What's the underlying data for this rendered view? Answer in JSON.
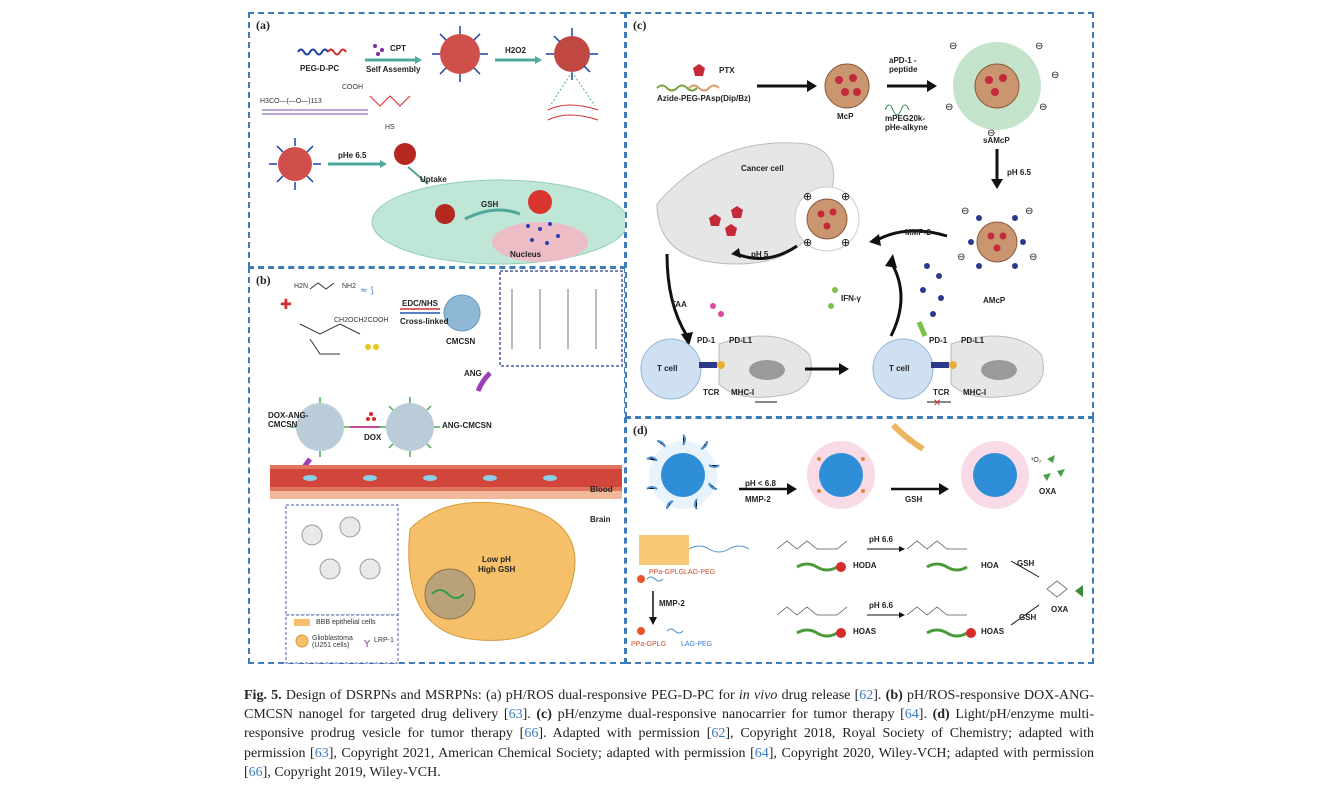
{
  "panels": {
    "a": {
      "label": "(a)",
      "peg_d_pc": "PEG-D-PC",
      "cpt": "CPT",
      "self_assembly": "Self Assembly",
      "h2o2": "H2O2",
      "ph": "pHe 6.5",
      "uptake": "Uptake",
      "gsh": "GSH",
      "nucleus": "Nucleus",
      "chem_hint": "H3CO—(—O—)113",
      "cooh": "COOH",
      "hs": "HS"
    },
    "b": {
      "label": "(b)",
      "edc": "EDC/NHS",
      "crosslinked": "Cross-linked",
      "cmcsn": "CMCSN",
      "ang": "ANG",
      "ang_cmcsn": "ANG-CMCSN",
      "dox": "DOX",
      "dox_ang_cmcsn": "DOX-ANG-CMCSN",
      "blood": "Blood",
      "brain": "Brain",
      "low_ph": "Low pH",
      "high_gsh": "High GSH",
      "legend_bbb": "BBB epithelial cells",
      "legend_gbm": "Glioblastoma (U251 cells)",
      "legend_lrp": "LRP-1",
      "h2n": "H2N",
      "nh2": "NH2",
      "ch2": "CH2OCH2COOH"
    },
    "c": {
      "label": "(c)",
      "ptx": "PTX",
      "polymer": "Azide-PEG-PAsp(Dip/Bz)",
      "mcp": "McP",
      "apd1": "aPD-1 -peptide",
      "mpeg": "mPEG20k- pHe-alkyne",
      "samcp": "sAMcP",
      "cancer_cell": "Cancer cell",
      "ph65": "pH 6.5",
      "mmp2": "MMP-2",
      "ph5": "pH 5",
      "amcp": "AMcP",
      "taa": "TAA",
      "ifn": "IFN-γ",
      "pd1": "PD-1",
      "pdl1": "PD-L1",
      "tcell": "T cell",
      "tcr": "TCR",
      "mhc": "MHC-I"
    },
    "d": {
      "label": "(d)",
      "cond": "pH < 6.8",
      "mmp2": "MMP-2",
      "gsh": "GSH",
      "oxa": "OXA",
      "ppa_peg": "PPa-GPLGLAG-PEG",
      "ppa_gplg": "PPa-GPLG",
      "lag_peg": "LAG-PEG",
      "ph66a": "pH 6.6",
      "ph66b": "pH 6.6",
      "hoda": "HODA",
      "hoa": "HOA",
      "hoas": "HOAS",
      "hoas2": "HOAS",
      "gsh2": "GSH",
      "gsh3": "GSH",
      "oxa2": "OXA",
      "o2": "¹O₂"
    }
  },
  "caption": {
    "fig": "Fig. 5.",
    "t1": " Design of DSRPNs and MSRPNs: (a) pH/ROS dual-responsive PEG-D-PC for ",
    "t1i": "in vivo",
    "t1b": " drug release [",
    "r62": "62",
    "t2": "]. ",
    "b_label": "(b)",
    "t3": " pH/ROS-responsive DOX-ANG-CMCSN nanogel for targeted drug delivery [",
    "r63": "63",
    "t4": "]. ",
    "c_label": "(c)",
    "t5": " pH/enzyme dual-responsive nanocarrier for tumor therapy [",
    "r64": "64",
    "t6": "]. ",
    "d_label": "(d)",
    "t7": " Light/pH/enzyme multi-responsive prodrug vesicle for tumor therapy [",
    "r66": "66",
    "t8": "]. Adapted with permission [",
    "r62b": "62",
    "t9": "], Copyright 2018, Royal Society of Chemistry; adapted with permission [",
    "r63b": "63",
    "t10": "], Copyright 2021, American Chemical Society; adapted with permission [",
    "r64b": "64",
    "t11": "], Copyright 2020, Wiley-VCH; adapted with permission [",
    "r66b": "66",
    "t12": "], Copyright 2019, Wiley-VCH."
  }
}
